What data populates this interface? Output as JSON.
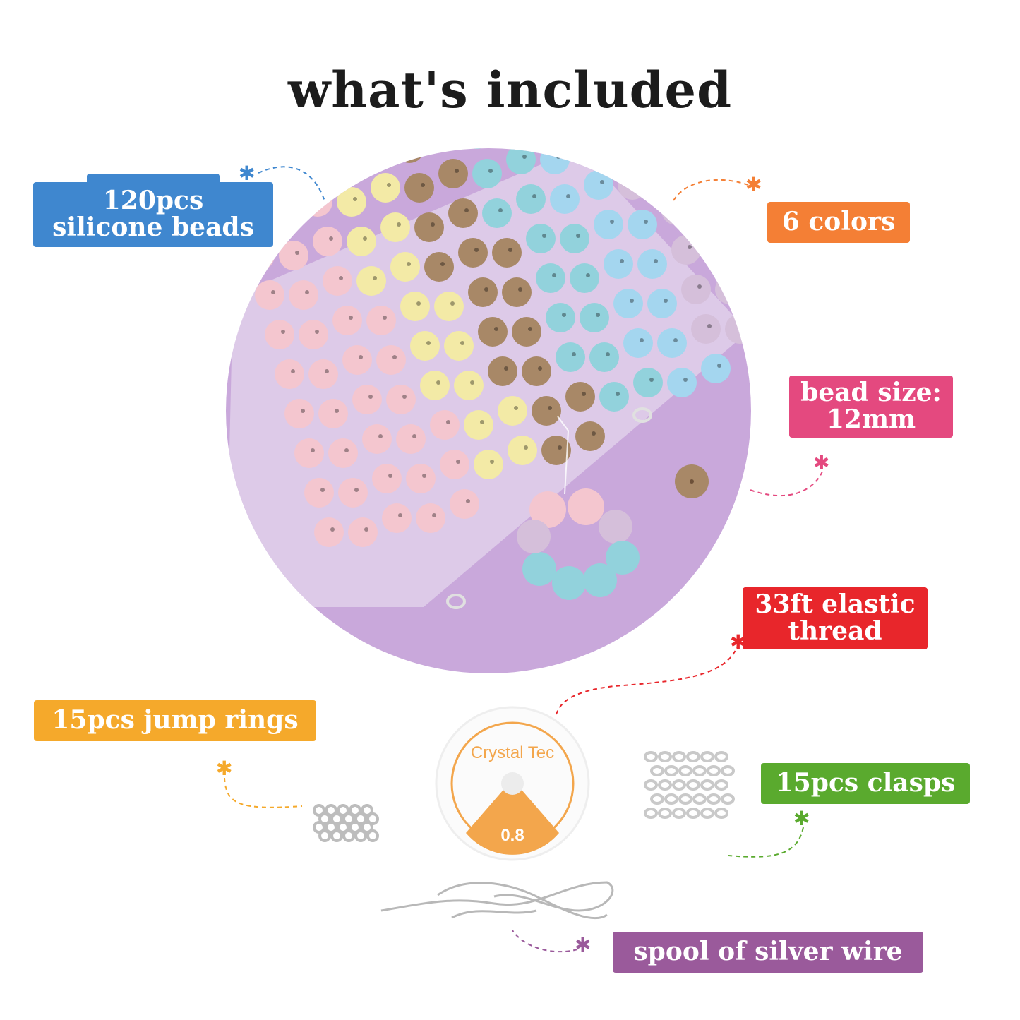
{
  "title": "what's included",
  "labels": {
    "silicone_beads": {
      "line1": "120pcs",
      "line2": "silicone beads",
      "color": "#3f87cf"
    },
    "colors": {
      "text": "6 colors",
      "color": "#f47f35"
    },
    "bead_size": {
      "line1": "bead size:",
      "line2": "12mm",
      "color": "#e4497f"
    },
    "elastic_thread": {
      "line1": "33ft elastic",
      "line2": "thread",
      "color": "#e8262b"
    },
    "jump_rings": {
      "text": "15pcs jump rings",
      "color": "#f5a92b"
    },
    "clasps": {
      "text": "15pcs clasps",
      "color": "#5aaa2e"
    },
    "silver_wire": {
      "text": "spool of silver wire",
      "color": "#9a5a9b"
    }
  },
  "spool": {
    "brand": "Crystal Tec",
    "size": "0.8"
  },
  "circle_color": "#c7a5d9",
  "bead_colors": [
    "#f4c6cf",
    "#f3eaa6",
    "#a88867",
    "#92d2dc",
    "#a4d6ef",
    "#d5bfda"
  ]
}
